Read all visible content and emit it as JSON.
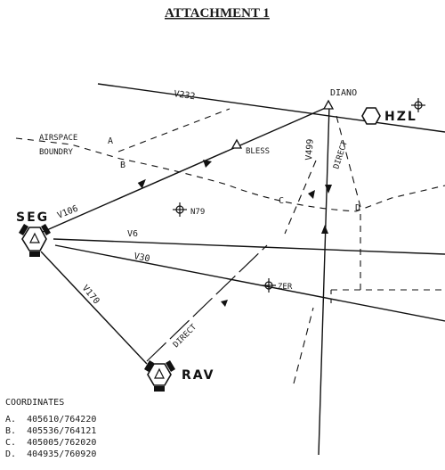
{
  "title": "ATTACHMENT 1",
  "navaids": {
    "seg": "SEG",
    "rav": "RAV",
    "hzl": "HZL",
    "diano": "DIANO",
    "bless": "BLESS",
    "n79": "N79",
    "zer": "ZER"
  },
  "airways": {
    "v232": "V232",
    "v106": "V106",
    "v6": "V6",
    "v30": "V30",
    "v170": "V170",
    "v499": "V499",
    "direct_1": "DIRECT",
    "direct_2": "DIRECT"
  },
  "boundary": {
    "label_1": "AIRSPACE",
    "label_2": "BOUNDRY",
    "a": "A",
    "b": "B",
    "c": "C",
    "d": "D"
  },
  "coordinates": {
    "header": "COORDINATES",
    "rows": [
      {
        "letter": "A.",
        "value": "405610/764220"
      },
      {
        "letter": "B.",
        "value": "405536/764121"
      },
      {
        "letter": "C.",
        "value": "405005/762020"
      },
      {
        "letter": "D.",
        "value": "404935/760920"
      }
    ]
  }
}
